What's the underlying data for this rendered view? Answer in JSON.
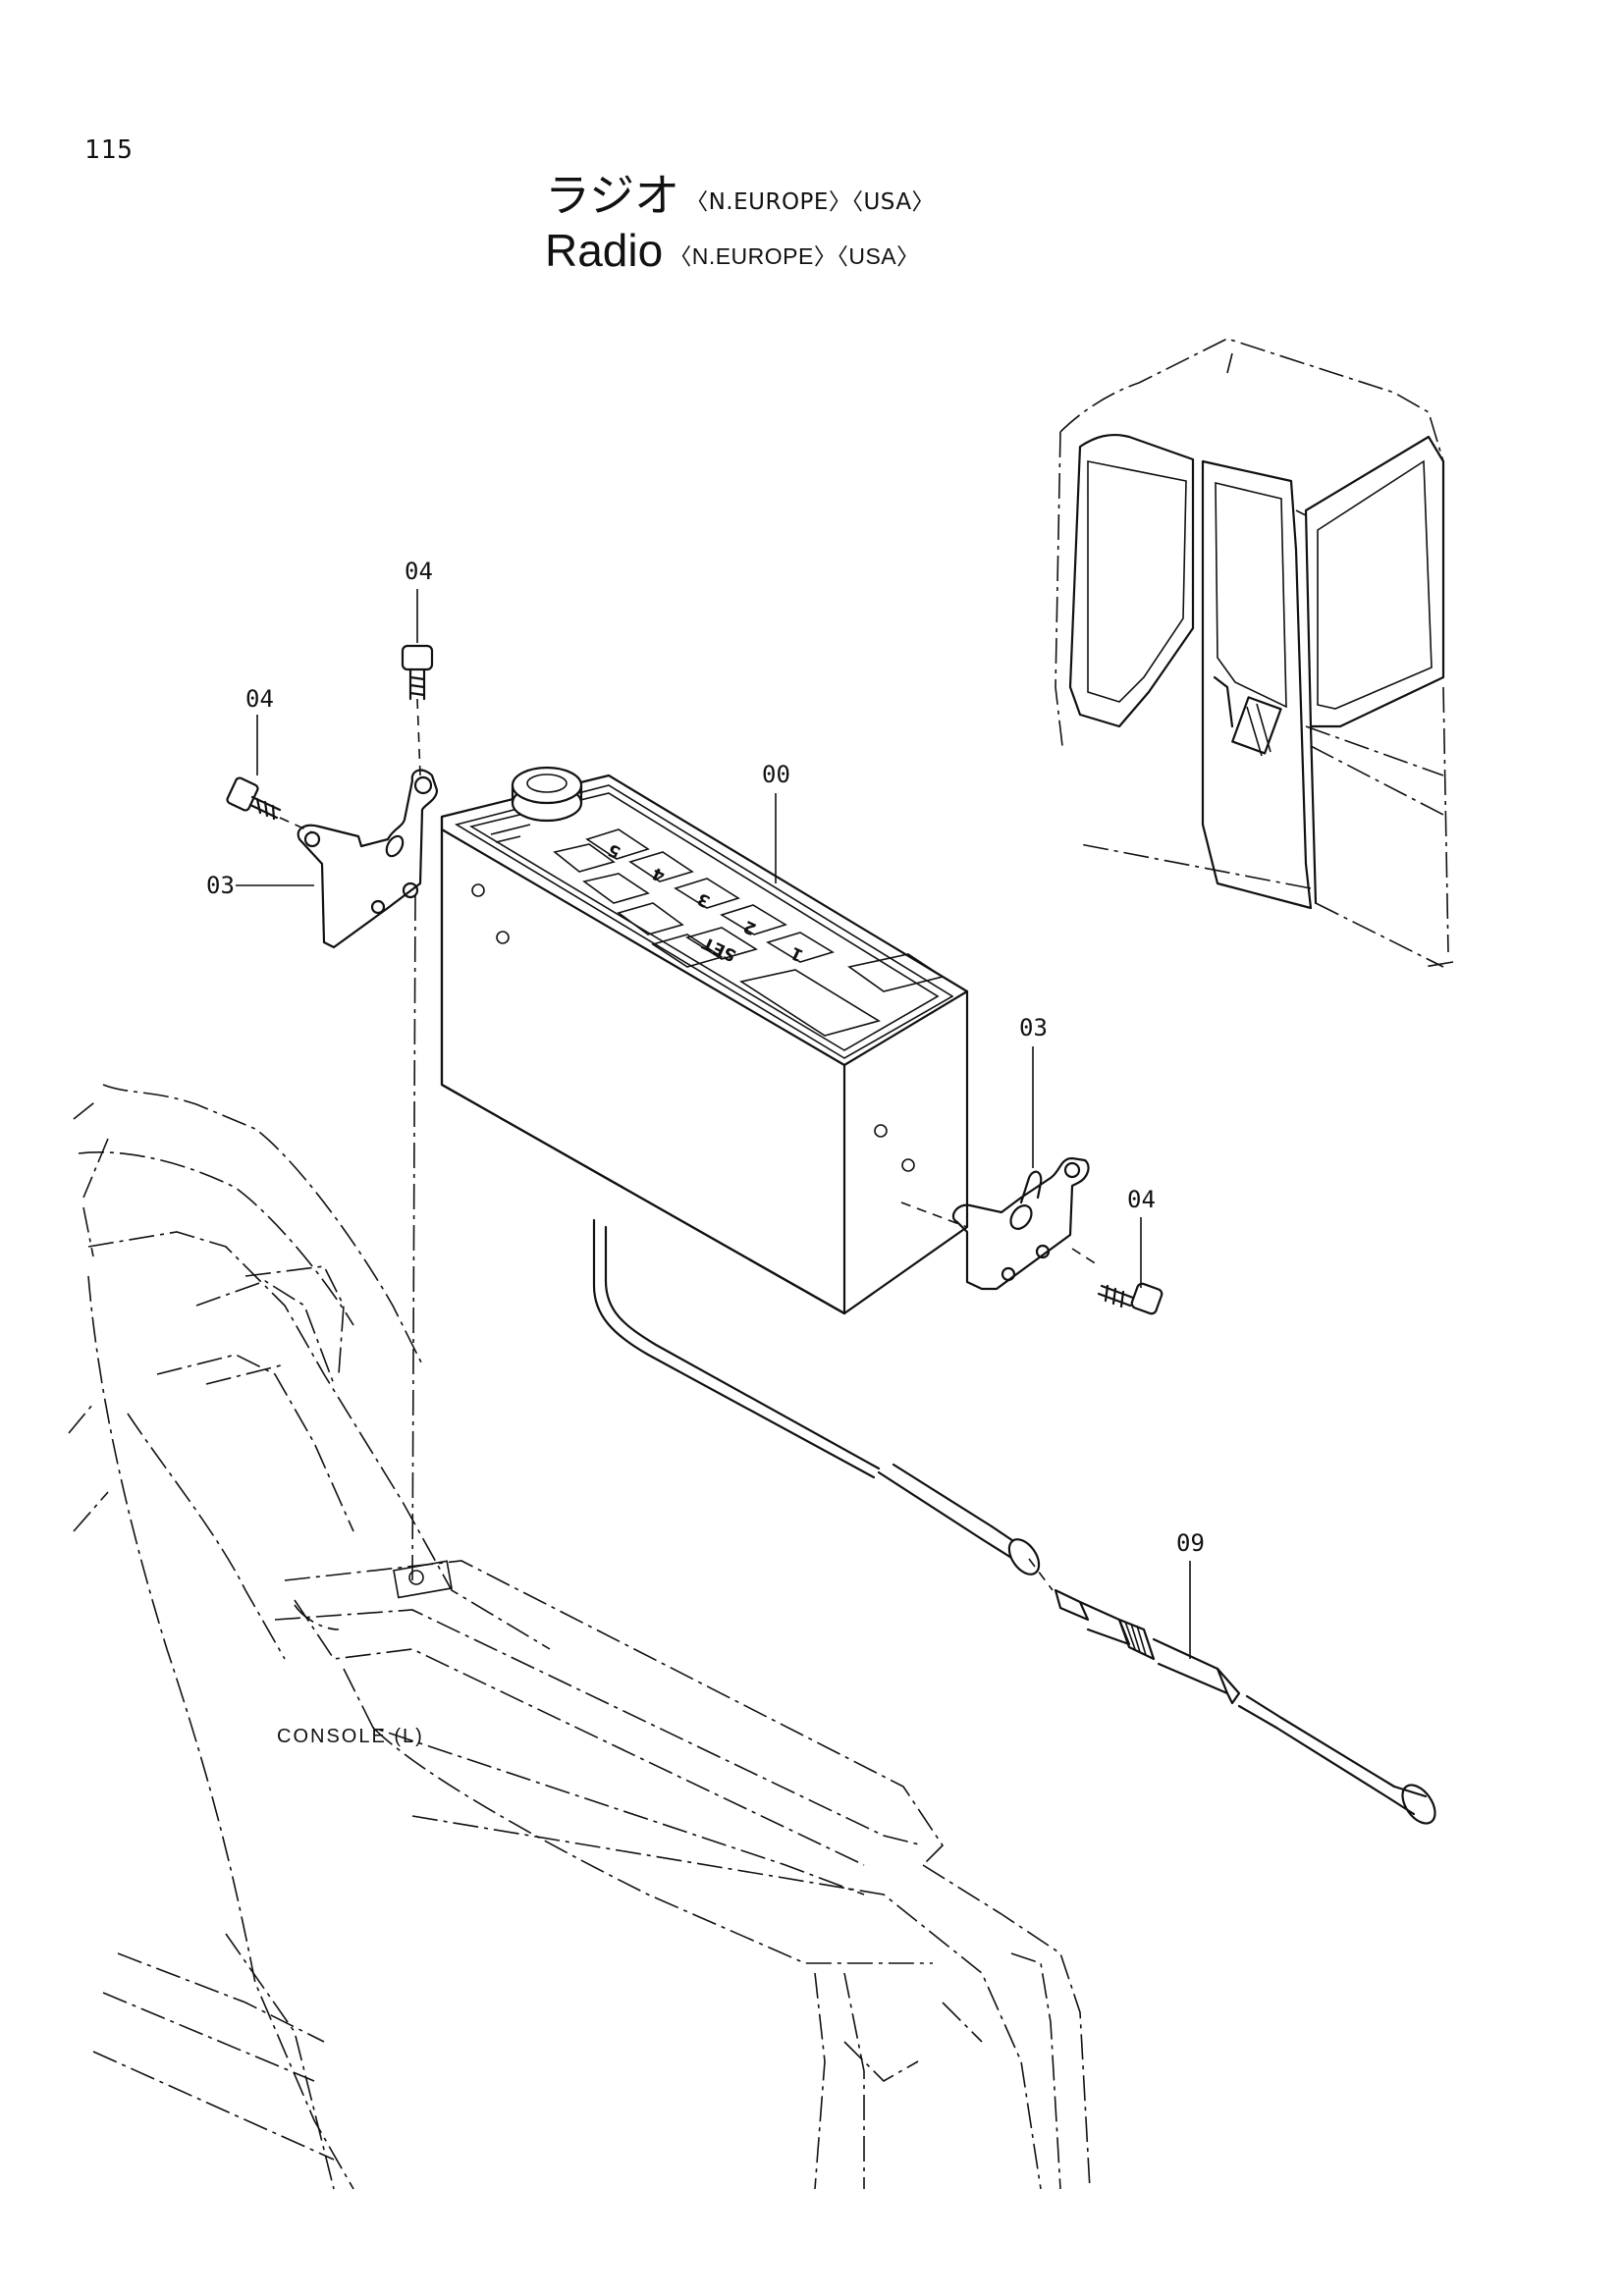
{
  "page": {
    "number": "115"
  },
  "title": {
    "japanese": "ラジオ",
    "english": "Radio",
    "region_tags": "〈N.EUROPE〉〈USA〉"
  },
  "callouts": {
    "bolt_top": "04",
    "bolt_left": "04",
    "bracket_left": "03",
    "radio": "00",
    "bracket_right": "03",
    "bolt_right": "04",
    "antenna_adapter": "09"
  },
  "radio_buttons": [
    "5",
    "4",
    "3",
    "2",
    "1",
    "SET"
  ],
  "labels": {
    "console": "CONSOLE (L)"
  }
}
